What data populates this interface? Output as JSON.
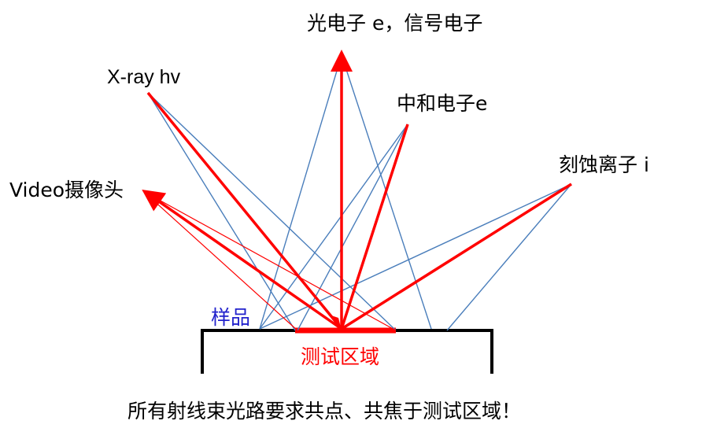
{
  "labels": {
    "photoelectron": "光电子 e，信号电子",
    "xray": "X-ray  hv",
    "neutralizer": "中和电子e",
    "video": "Video摄像头",
    "etch_ion": "刻蚀离子 i",
    "sample": "样品",
    "test_area": "测试区域",
    "caption": "所有射线束光路要求共点、共焦于测试区域！"
  },
  "colors": {
    "beam": "#ff0000",
    "beam_dark": "#e01010",
    "sample_label": "#2222cc",
    "thin_line": "#4a7ebb",
    "stage": "#000000",
    "text": "#000000"
  }
}
